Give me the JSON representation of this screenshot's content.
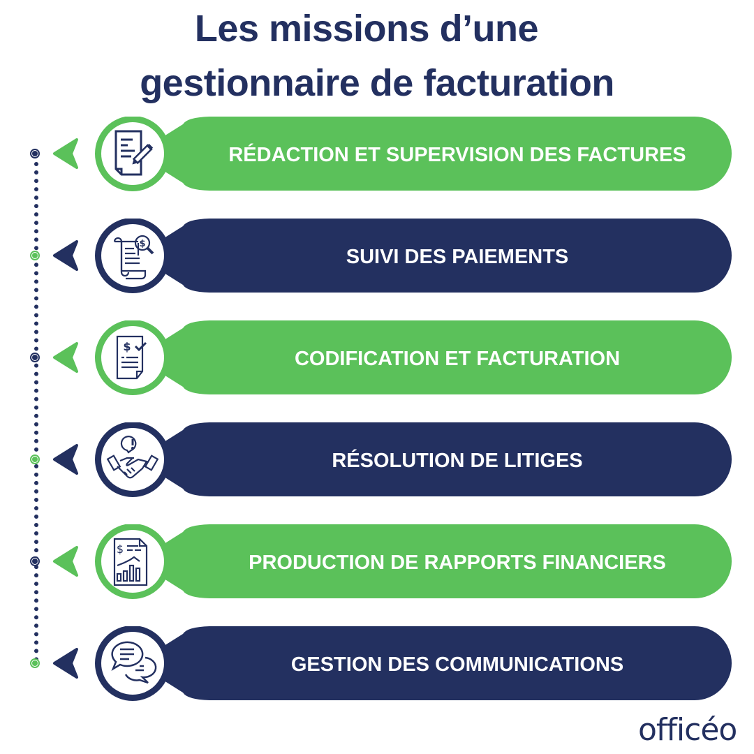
{
  "title": {
    "line1": "Les missions d’une",
    "line2": "gestionnaire de facturation"
  },
  "colors": {
    "green": "#5bc15a",
    "navy": "#233060",
    "white": "#ffffff"
  },
  "items": [
    {
      "label": "RÉDACTION ET SUPERVISION DES FACTURES",
      "color": "green",
      "icon": "invoice-pen-icon"
    },
    {
      "label": "SUIVI DES PAIEMENTS",
      "color": "navy",
      "icon": "receipt-search-dollar-icon"
    },
    {
      "label": "CODIFICATION ET FACTURATION",
      "color": "green",
      "icon": "invoice-dollar-check-icon"
    },
    {
      "label": "RÉSOLUTION DE LITIGES",
      "color": "navy",
      "icon": "handshake-alert-icon"
    },
    {
      "label": "PRODUCTION DE RAPPORTS FINANCIERS",
      "color": "green",
      "icon": "financial-report-chart-icon"
    },
    {
      "label": "GESTION DES COMMUNICATIONS",
      "color": "navy",
      "icon": "chat-bubbles-icon"
    }
  ],
  "logo": {
    "text": "officéo"
  }
}
